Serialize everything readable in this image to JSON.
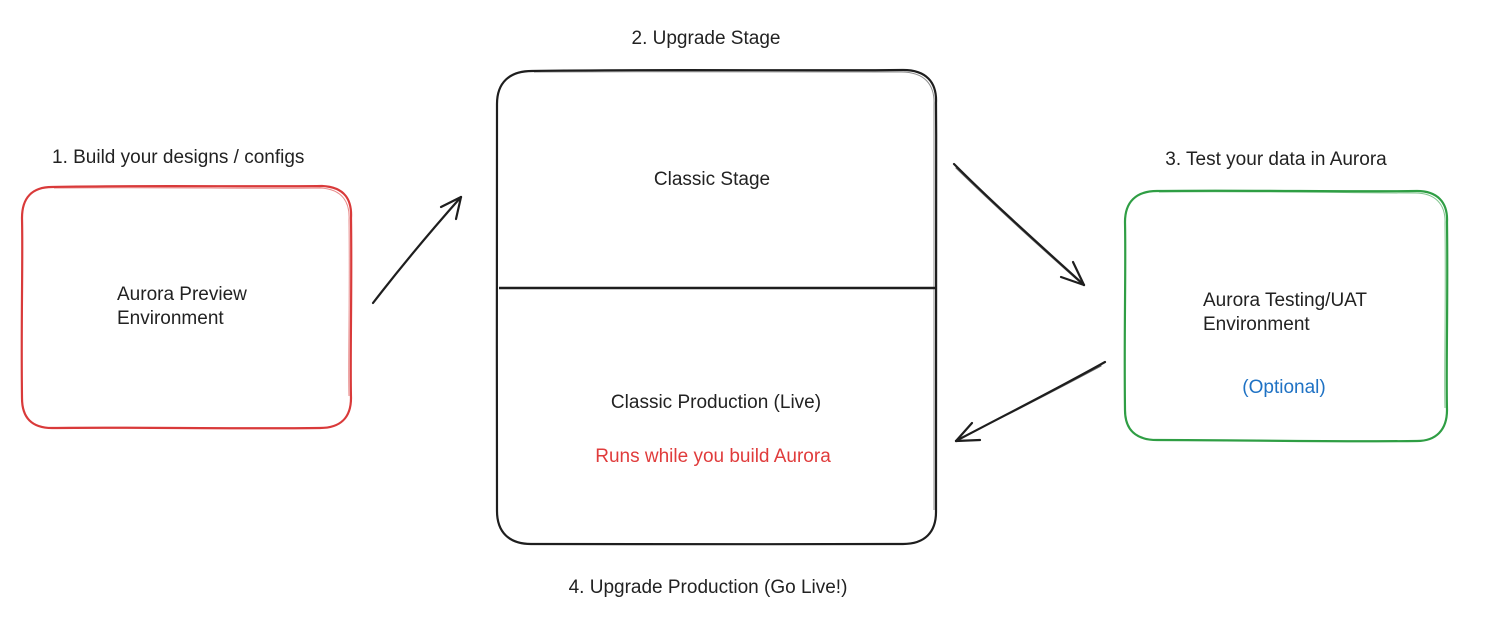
{
  "steps": {
    "step1": "1. Build your designs / configs",
    "step2": "2. Upgrade Stage",
    "step3": "3. Test your data in Aurora",
    "step4": "4. Upgrade Production (Go Live!)"
  },
  "boxes": {
    "preview": {
      "line1": "Aurora Preview",
      "line2": "Environment",
      "border_color": "#d93a3a"
    },
    "classic": {
      "stage_label": "Classic Stage",
      "production_label": "Classic Production (Live)",
      "production_note": "Runs while you build Aurora",
      "note_color": "#e03c3c",
      "border_color": "#1e1e1e"
    },
    "testing": {
      "line1": "Aurora Testing/UAT",
      "line2": "Environment",
      "optional": "(Optional)",
      "optional_color": "#1f72c4",
      "border_color": "#2f9e44"
    }
  }
}
